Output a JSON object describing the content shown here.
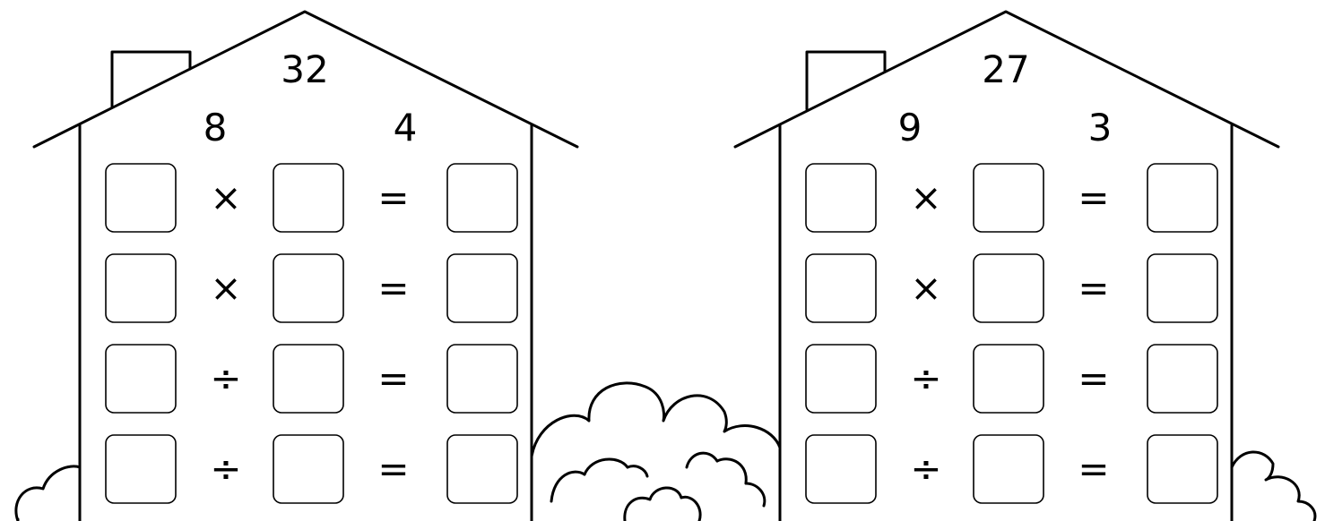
{
  "houses": [
    {
      "roof_number": "32",
      "left_number": "8",
      "right_number": "4",
      "rows": [
        {
          "operator": "×",
          "equals": "="
        },
        {
          "operator": "×",
          "equals": "="
        },
        {
          "operator": "÷",
          "equals": "="
        },
        {
          "operator": "÷",
          "equals": "="
        }
      ]
    },
    {
      "roof_number": "27",
      "left_number": "9",
      "right_number": "3",
      "rows": [
        {
          "operator": "×",
          "equals": "="
        },
        {
          "operator": "×",
          "equals": "="
        },
        {
          "operator": "÷",
          "equals": "="
        },
        {
          "operator": "÷",
          "equals": "="
        }
      ]
    }
  ]
}
